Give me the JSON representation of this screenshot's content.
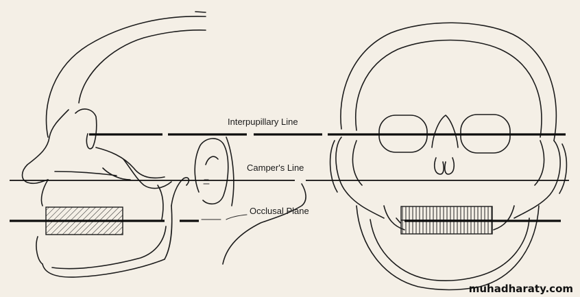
{
  "labels": {
    "interpupillary": "Interpupillary Line",
    "campers": "Camper's Line",
    "occlusal": "Occlusal Plane"
  },
  "watermark": "muhadharaty.com",
  "colors": {
    "paper": "#f4efe6",
    "ink": "#1c1c1c"
  }
}
